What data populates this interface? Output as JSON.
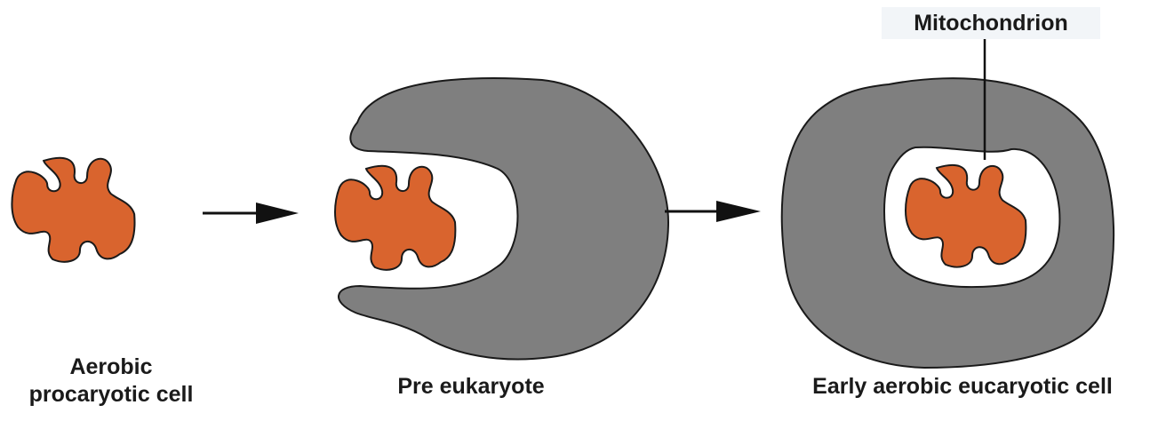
{
  "diagram": {
    "stages": [
      {
        "id": "stage1",
        "label_lines": [
          "Aerobic",
          "procaryotic cell"
        ]
      },
      {
        "id": "stage2",
        "label": "Pre eukaryote"
      },
      {
        "id": "stage3",
        "label": "Early aerobic eucaryotic cell"
      }
    ],
    "callout": {
      "label": "Mitochondrion"
    },
    "colors": {
      "bacterium": "#d9642e",
      "host_cell": "#7f7f7f",
      "outline": "#1a1a1a",
      "vacuole": "#ffffff"
    }
  }
}
